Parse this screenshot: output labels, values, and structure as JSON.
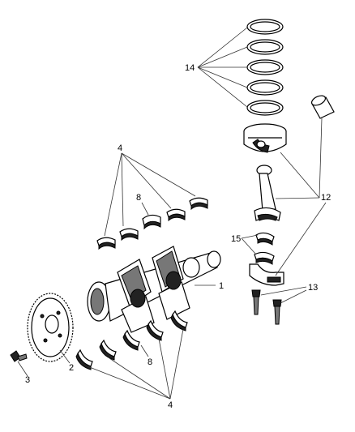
{
  "callouts": {
    "c1": "1",
    "c2": "2",
    "c3": "3",
    "c4_top": "4",
    "c4_bottom": "4",
    "c8_top": "8",
    "c8_bottom": "8",
    "c12": "12",
    "c13": "13",
    "c14": "14",
    "c15": "15"
  },
  "colors": {
    "line": "#333333",
    "ink": "#000000",
    "shade": "#777777"
  }
}
